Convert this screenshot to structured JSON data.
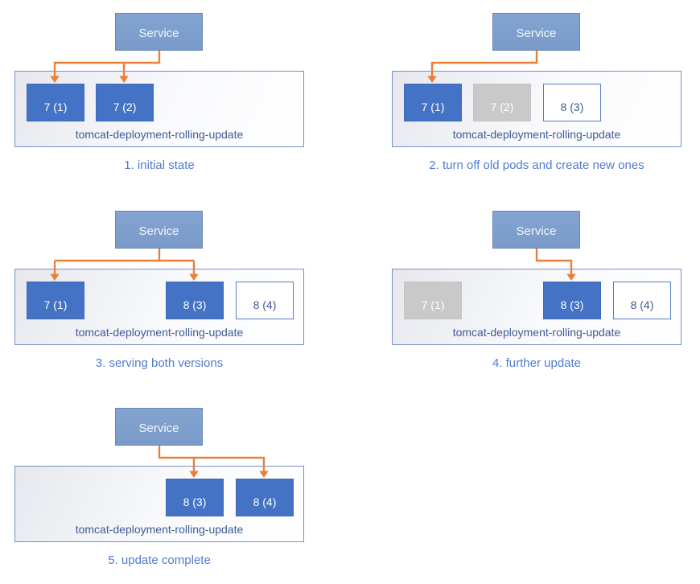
{
  "colors": {
    "service_fill": "#7E9FCC",
    "pod_active_fill": "#4472C4",
    "pod_terminated_fill": "#C9C9C9",
    "pod_new_border": "#567FC4",
    "deployment_border": "#7590C6",
    "arrow": "#E8803A",
    "caption_text": "#4F7BD0",
    "deployment_label_text": "#3E5C94"
  },
  "panels": [
    {
      "caption": "1. initial state",
      "service_label": "Service",
      "deployment_label": "tomcat-deployment-rolling-update",
      "service_routes_to": [
        "7 (1)",
        "7 (2)"
      ],
      "pods": [
        {
          "label": "7 (1)",
          "state": "active"
        },
        {
          "label": "7 (2)",
          "state": "active"
        }
      ]
    },
    {
      "caption": "2. turn off old pods and create new ones",
      "service_label": "Service",
      "deployment_label": "tomcat-deployment-rolling-update",
      "service_routes_to": [
        "7 (1)"
      ],
      "pods": [
        {
          "label": "7 (1)",
          "state": "active"
        },
        {
          "label": "7 (2)",
          "state": "terminated"
        },
        {
          "label": "8 (3)",
          "state": "new"
        }
      ]
    },
    {
      "caption": "3. serving both versions",
      "service_label": "Service",
      "deployment_label": "tomcat-deployment-rolling-update",
      "service_routes_to": [
        "7 (1)",
        "8 (3)"
      ],
      "pods": [
        {
          "label": "7 (1)",
          "state": "active"
        },
        {
          "label": "8 (3)",
          "state": "active"
        },
        {
          "label": "8 (4)",
          "state": "new"
        }
      ]
    },
    {
      "caption": "4. further update",
      "service_label": "Service",
      "deployment_label": "tomcat-deployment-rolling-update",
      "service_routes_to": [
        "8 (3)"
      ],
      "pods": [
        {
          "label": "7 (1)",
          "state": "terminated"
        },
        {
          "label": "8 (3)",
          "state": "active"
        },
        {
          "label": "8 (4)",
          "state": "new"
        }
      ]
    },
    {
      "caption": "5. update complete",
      "service_label": "Service",
      "deployment_label": "tomcat-deployment-rolling-update",
      "service_routes_to": [
        "8 (3)",
        "8 (4)"
      ],
      "pods": [
        {
          "label": "8 (3)",
          "state": "active"
        },
        {
          "label": "8 (4)",
          "state": "active"
        }
      ]
    }
  ]
}
